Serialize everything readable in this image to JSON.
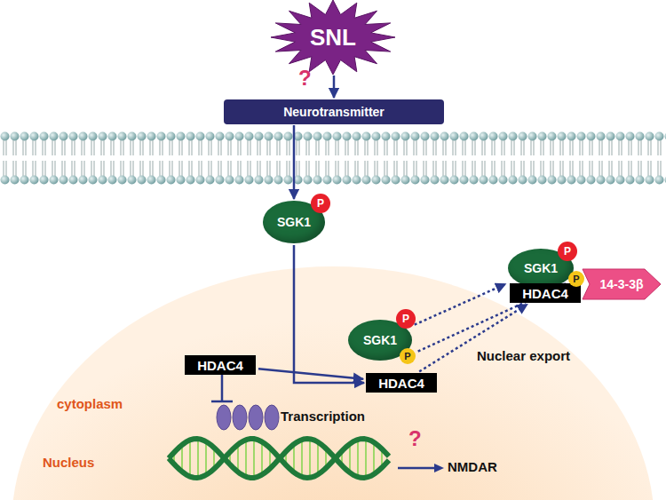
{
  "diagram": {
    "nodes": [
      {
        "text": [
          "SNL"
        ]
      },
      {
        "text": [
          "Neurotransmitter"
        ]
      },
      {
        "text": [
          "SGK1"
        ]
      },
      {
        "text": [
          "P"
        ]
      },
      {
        "text": [
          "SGK1"
        ]
      },
      {
        "text": [
          "P"
        ]
      },
      {
        "text": [
          "HDAC4"
        ]
      },
      {
        "text": [
          "P"
        ]
      },
      {
        "text": [
          "14-3-3β"
        ]
      },
      {
        "text": [
          "SGK1"
        ]
      },
      {
        "text": [
          "P"
        ]
      },
      {
        "text": [
          "HDAC4"
        ]
      },
      {
        "text": [
          "P"
        ]
      },
      {
        "text": [
          "HDAC4"
        ]
      }
    ],
    "edges": [
      {
        "from": 0,
        "to": 1,
        "arrow": "to"
      },
      {
        "from": 1,
        "to": 2,
        "arrow": "to"
      },
      {
        "from": 2,
        "to": 11,
        "arrow": "to"
      },
      {
        "from": 13,
        "to": 11,
        "arrow": "to"
      },
      {
        "from": 9,
        "to": 4,
        "arrow": "to"
      },
      {
        "from": 11,
        "to": 6,
        "arrow": "to"
      },
      {
        "from": 12,
        "to": 7,
        "arrow": "to"
      }
    ],
    "labels": [
      "?",
      "?",
      "Nuclear export",
      "Transcription",
      "NMDAR",
      "cytoplasm",
      "Nucleus"
    ]
  }
}
